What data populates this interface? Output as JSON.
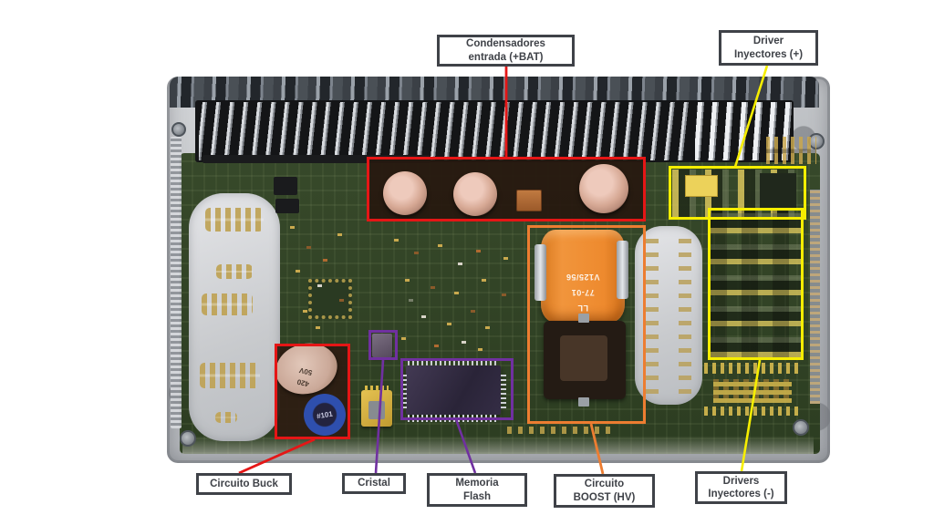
{
  "figure": {
    "type": "annotated-photo",
    "subject": "ECU circuit board top view with labeled sections"
  },
  "colors": {
    "red": "#e51616",
    "yellow": "#f6ee00",
    "orange": "#ed7d31",
    "purple": "#7030a0",
    "label_text": "#3f4248",
    "label_bg": "#ffffff",
    "pcb_green": "#33452a"
  },
  "callouts": {
    "condensadores": {
      "label": "Condensadores\nentrada (+BAT)"
    },
    "driver_plus": {
      "label": "Driver\nInyectores (+)"
    },
    "circuito_buck": {
      "label": "Circuito Buck"
    },
    "cristal": {
      "label": "Cristal"
    },
    "memoria_flash": {
      "label": "Memoria\nFlash"
    },
    "circuito_boost": {
      "label": "Circuito\nBOOST (HV)"
    },
    "drivers_minus": {
      "label": "Drivers\nInyectores (-)"
    }
  },
  "markings": {
    "boost_inductor": {
      "line1": "V125/56",
      "line2": "77-01",
      "line3": "LL"
    },
    "buck_capacitor": {
      "line1": "420",
      "line2": "50V"
    },
    "buck_toroid": "#101"
  }
}
